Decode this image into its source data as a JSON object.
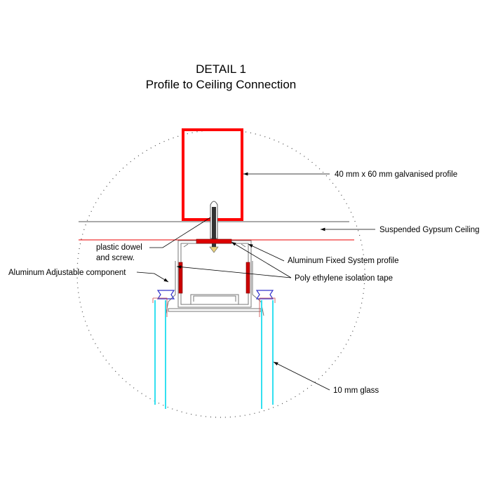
{
  "title": {
    "line1": "DETAIL 1",
    "line2": "Profile to Ceiling Connection"
  },
  "labels": {
    "galvanised_profile": "40 mm x 60 mm galvanised profile",
    "gypsum_ceiling": "Suspended Gypsum Ceiling",
    "dowel_line1": "plastic dowel",
    "dowel_line2": "and screw.",
    "fixed_profile": "Aluminum Fixed System profile",
    "adjustable_component": "Aluminum Adjustable component",
    "isolation_tape": "Poly ethylene isolation tape",
    "glass": "10 mm glass"
  },
  "colors": {
    "profile": "#ff0000",
    "tape": "#cc0000",
    "glass": "#33e0f0",
    "gasket": "#3333cc",
    "aluminum": "#666666"
  }
}
